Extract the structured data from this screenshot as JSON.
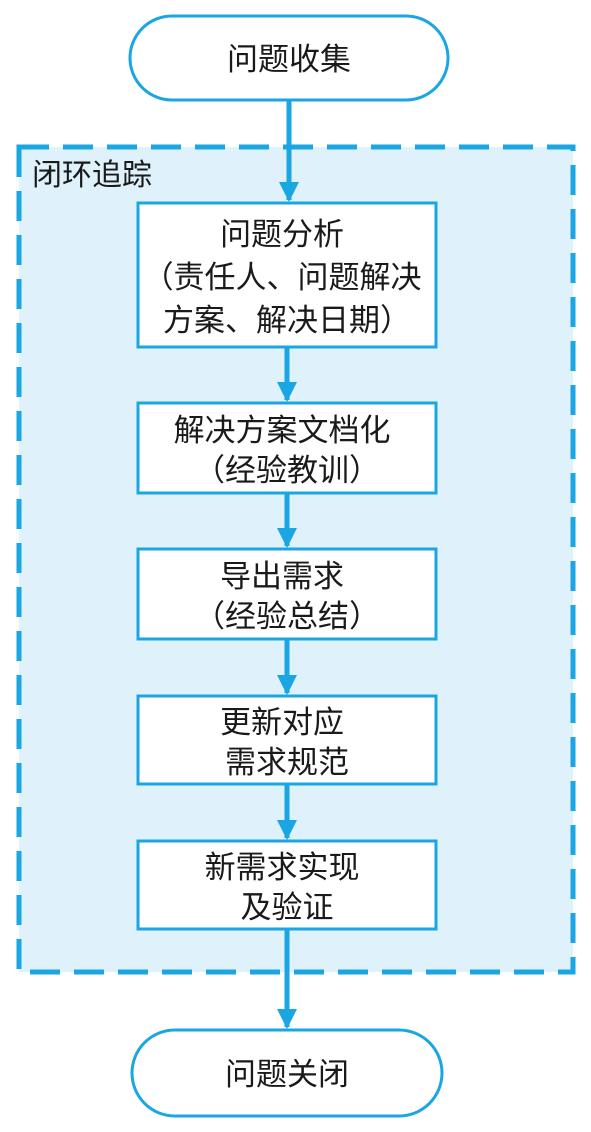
{
  "start": {
    "label": "问题收集"
  },
  "group": {
    "title": "闭环追踪",
    "steps": [
      {
        "lines": [
          "问题分析",
          "（责任人、问题解决",
          "方案、解决日期）"
        ]
      },
      {
        "lines": [
          "解决方案文档化",
          "（经验教训）"
        ]
      },
      {
        "lines": [
          "导出需求",
          "（经验总结）"
        ]
      },
      {
        "lines": [
          "更新对应",
          "需求规范"
        ]
      },
      {
        "lines": [
          "新需求实现",
          "及验证"
        ]
      }
    ]
  },
  "end": {
    "label": "问题关闭"
  },
  "colors": {
    "stroke": "#1aa6e2",
    "arrow": "#1aa6e2",
    "group_fill": "#dff2fb",
    "node_fill": "#ffffff",
    "text": "#1a1a1a"
  }
}
